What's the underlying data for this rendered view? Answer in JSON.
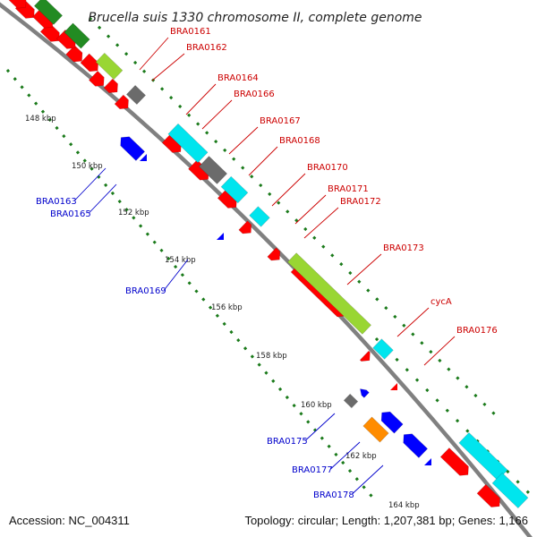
{
  "title": "Brucella suis 1330 chromosome II, complete genome",
  "footer": {
    "accession": "Accession: NC_004311",
    "summary": "Topology: circular; Length: 1,207,381 bp; Genes: 1,166"
  },
  "colors": {
    "backbone": "#808080",
    "forward_gene": "#ff0000",
    "reverse_gene": "#0000ff",
    "forward_label": "#cc0000",
    "reverse_label": "#0000cc",
    "tick": "#1a7a1a",
    "cds_cyan": "#00e5ee",
    "cds_lime": "#99d633",
    "cds_darkgreen": "#228b22",
    "cds_gray": "#6b6b6b",
    "cds_orange": "#ff8c00"
  },
  "kbp_ticks": [
    "148 kbp",
    "150 kbp",
    "152 kbp",
    "154 kbp",
    "156 kbp",
    "158 kbp",
    "160 kbp",
    "162 kbp",
    "164 kbp"
  ],
  "forward_genes": [
    "BRA0161",
    "BRA0162",
    "BRA0164",
    "BRA0166",
    "BRA0167",
    "BRA0168",
    "BRA0170",
    "BRA0171",
    "BRA0172",
    "BRA0173",
    "cycA",
    "BRA0176"
  ],
  "reverse_genes": [
    "BRA0163",
    "BRA0165",
    "BRA0169",
    "BRA0175",
    "BRA0177",
    "BRA0178"
  ]
}
